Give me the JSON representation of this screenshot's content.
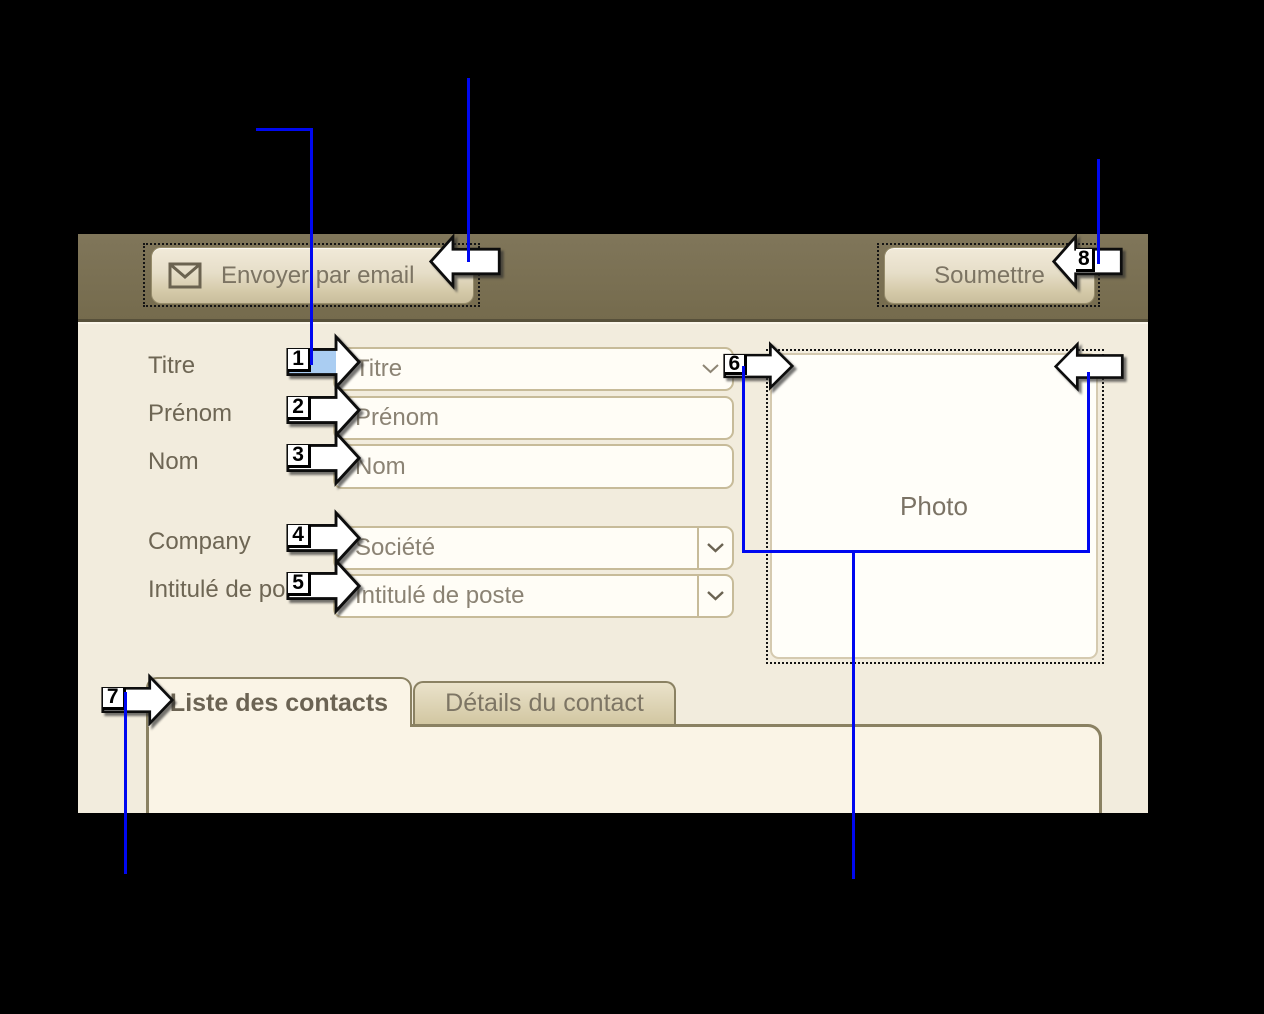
{
  "window": {
    "toolbar": {
      "email_button": "Envoyer par email",
      "submit_button": "Soumettre"
    },
    "form": {
      "fields": [
        {
          "label": "Titre",
          "placeholder": "Titre",
          "type": "combo"
        },
        {
          "label": "Prénom",
          "placeholder": "Prénom",
          "type": "text"
        },
        {
          "label": "Nom",
          "placeholder": "Nom",
          "type": "text"
        },
        {
          "label": "Company",
          "placeholder": "Société",
          "type": "combo"
        },
        {
          "label": "Intitulé de poste",
          "placeholder": "Intitulé de poste",
          "type": "combo"
        }
      ],
      "photo_label": "Photo"
    },
    "tabs": [
      {
        "label": "Liste des contacts",
        "active": true
      },
      {
        "label": "Détails du contact",
        "active": false
      }
    ]
  },
  "annotations": {
    "arrows": [
      {
        "number": "1"
      },
      {
        "number": "2"
      },
      {
        "number": "3"
      },
      {
        "number": "4"
      },
      {
        "number": "5"
      },
      {
        "number": "6"
      },
      {
        "number": "7"
      },
      {
        "number": "8"
      }
    ],
    "highlight_color": "#aacdf2",
    "line_color": "#0008f0"
  },
  "colors": {
    "header_bar": "#7a7051",
    "form_background": "#f2ecdd",
    "panel_background": "#faf4e6",
    "field_border": "#c7bb99"
  }
}
